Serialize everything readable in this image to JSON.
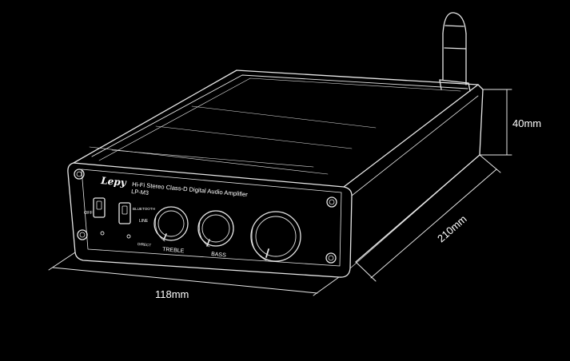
{
  "device": {
    "brand": "Lepy",
    "product_line": "Hi-Fi Stereo Class-D Digital Audio Amplifier",
    "model": "LP-M3"
  },
  "controls": {
    "power_off_label": "OFF",
    "input_label_bluetooth": "BLUETOOTH",
    "input_label_line": "LINE",
    "input_label_direct": "DIRECT",
    "knob_treble_label": "TREBLE",
    "knob_bass_label": "BASS"
  },
  "dimensions": {
    "height": "40mm",
    "depth": "210mm",
    "width": "118mm"
  },
  "colors": {
    "background": "#000000",
    "line": "#e6e6e6"
  }
}
